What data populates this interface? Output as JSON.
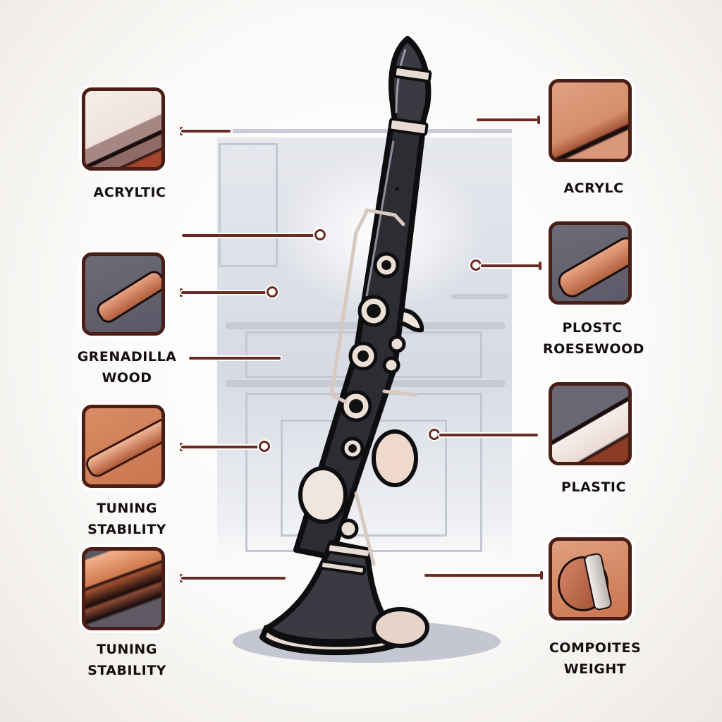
{
  "diagram": {
    "subject": "Clarinet",
    "subject_icon": "clarinet-illustration",
    "colors": {
      "leader_line": "#6b2a22",
      "tile_border": "#4a1d16",
      "clarinet_body": "#2f2f35",
      "keywork": "#eadbd0",
      "backdrop": "#d7dae3"
    },
    "callouts_left": [
      {
        "label": "ACRYLTIC",
        "tile_icon": "white-acrylic-material-swatch"
      },
      {
        "label": "GRENADILLA WOOD",
        "tile_icon": "copper-tube-swatch"
      },
      {
        "label": "TUNING STABILITY",
        "tile_icon": "wood-rod-swatch"
      },
      {
        "label": "TUNING STABILITY",
        "tile_icon": "polished-wood-swatch"
      }
    ],
    "callouts_right": [
      {
        "label": "ACRYLC",
        "tile_icon": "rosewood-grain-swatch"
      },
      {
        "label": "PLOSTC ROESEWOOD",
        "tile_icon": "rosewood-rod-swatch"
      },
      {
        "label": "PLASTIC",
        "tile_icon": "white-plastic-swatch"
      },
      {
        "label": "COMPOITES WEIGHT",
        "tile_icon": "composite-barrel-swatch"
      }
    ]
  }
}
